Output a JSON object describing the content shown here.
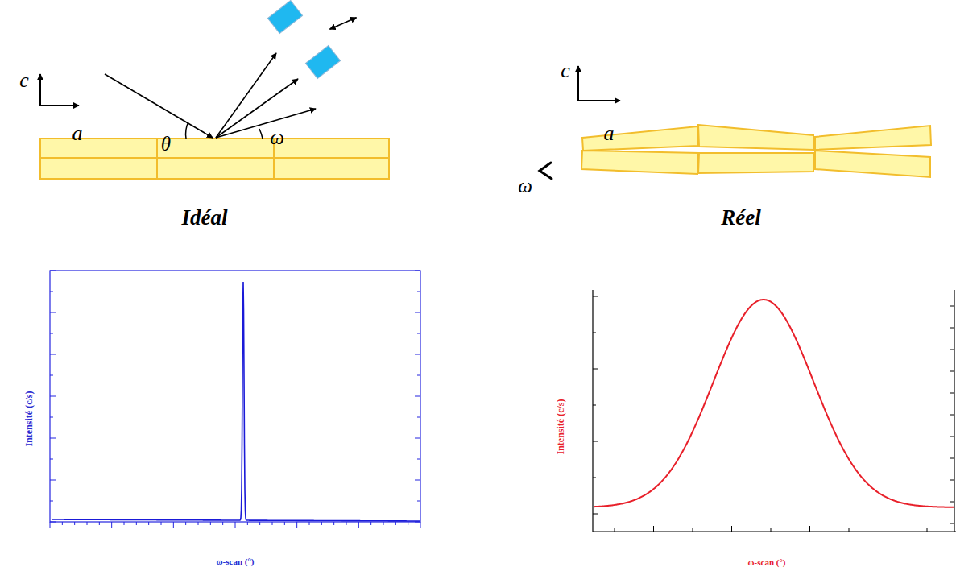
{
  "diagram": {
    "labels": [
      "c",
      "a",
      "θ",
      "ω",
      "Idéal",
      "Intensité (c/s)",
      "ω-scan (°)",
      "c",
      "a",
      "ω",
      "Réel",
      "Intensité (c/s)",
      "ω-scan (°)"
    ]
  }
}
